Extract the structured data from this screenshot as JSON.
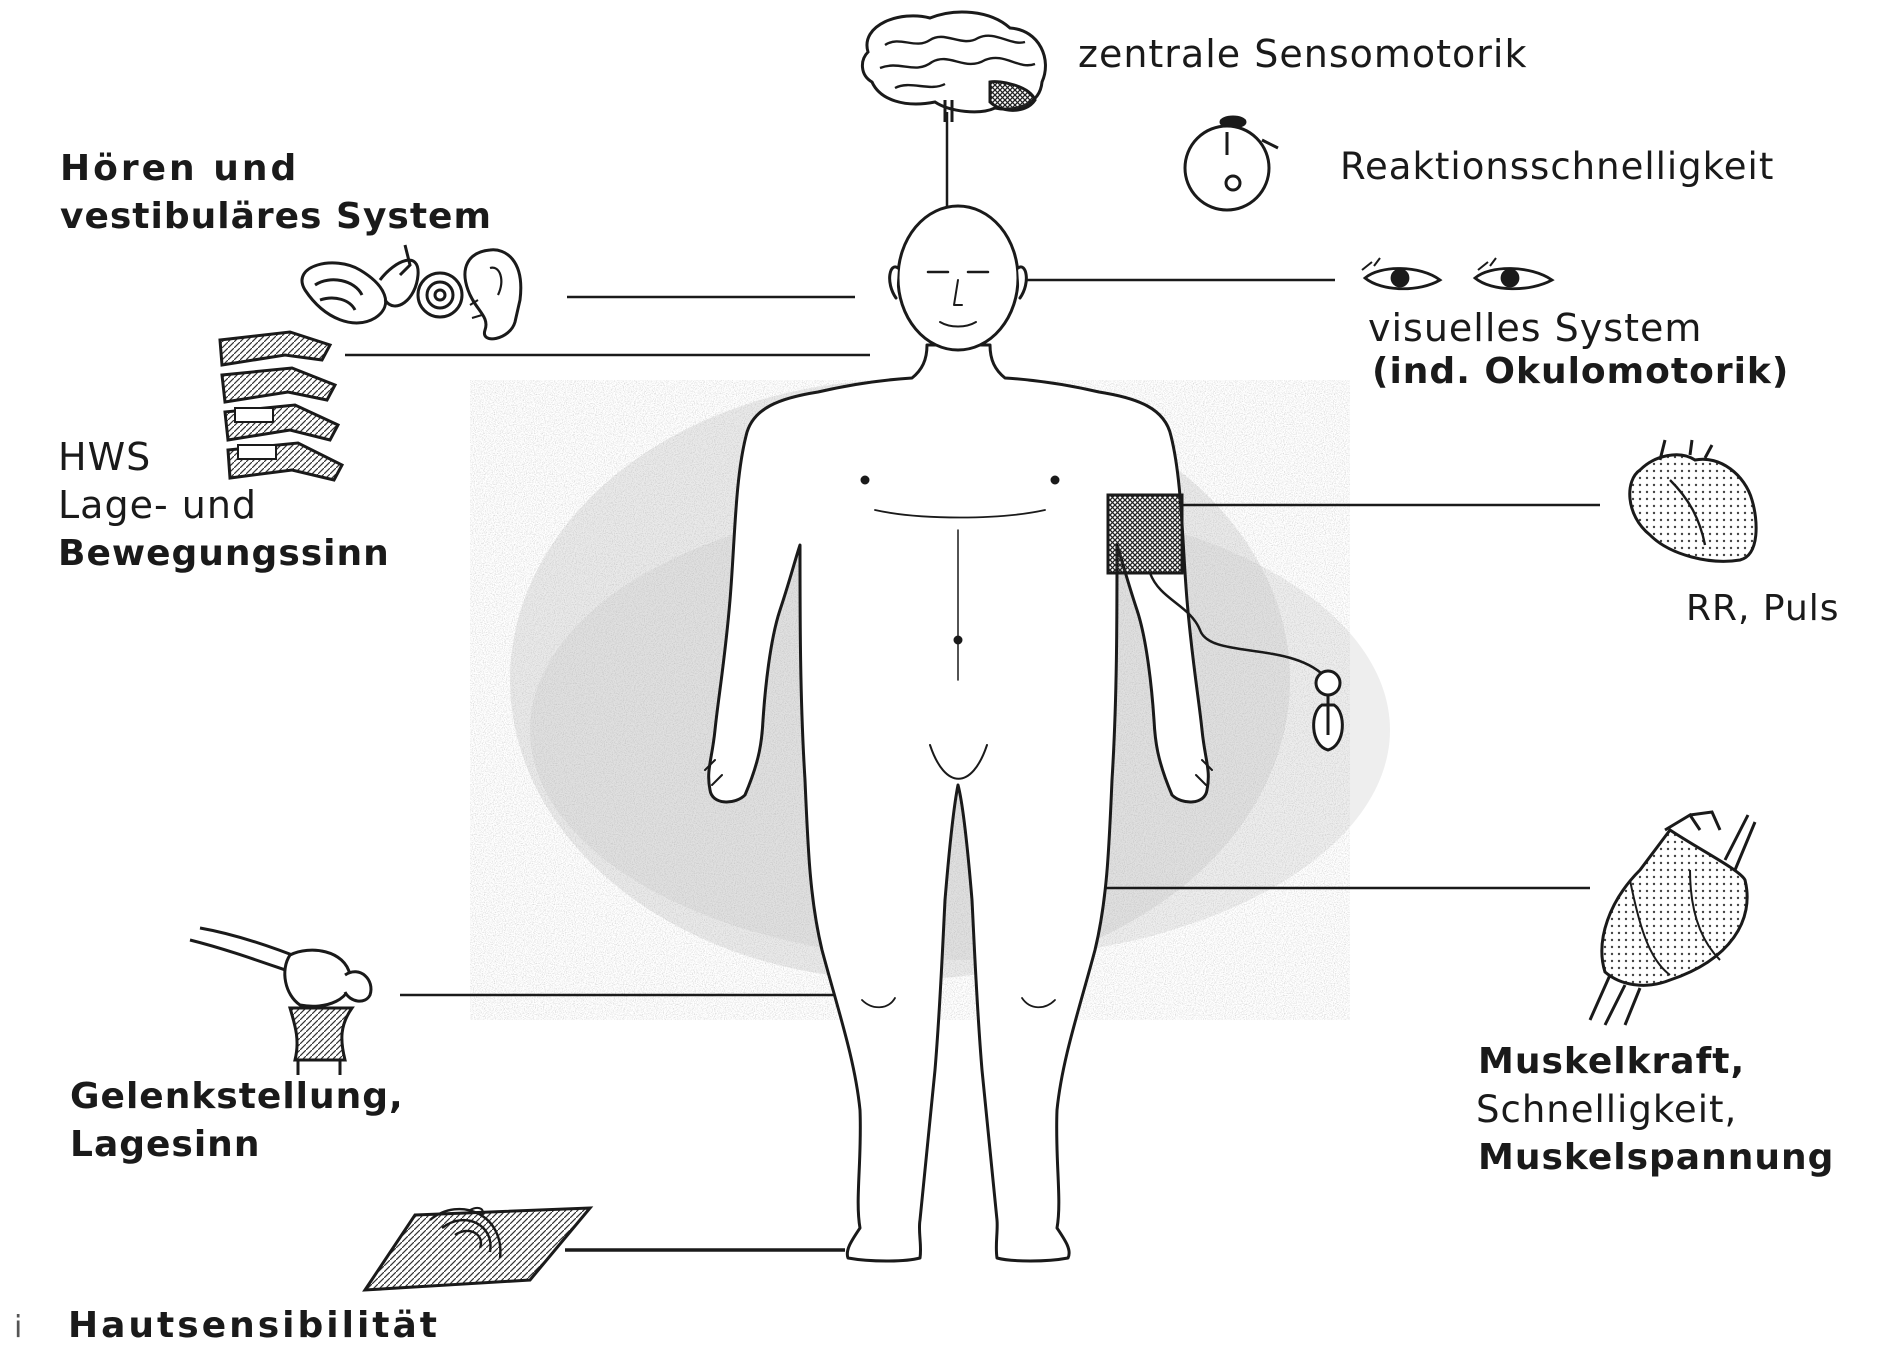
{
  "labels": {
    "brain": "zentrale Sensomotorik",
    "stopwatch": "Reaktionsschnelligkeit",
    "hearing_line1": "Hören und",
    "hearing_line2": "vestibuläres System",
    "visual_line1": "visuelles System",
    "visual_line2": "(ind. Okulomotorik)",
    "hws_line1": "HWS",
    "hws_line2": "Lage- und",
    "hws_line3": "Bewegungssinn",
    "heart": "RR, Puls",
    "muscle_line1": "Muskelkraft,",
    "muscle_line2": "Schnelligkeit,",
    "muscle_line3": "Muskelspannung",
    "joint_line1": "Gelenkstellung,",
    "joint_line2": "Lagesinn",
    "skin": "Hautsensibilität",
    "stray_mark": "i"
  },
  "icons": [
    "brain-icon",
    "stopwatch-icon",
    "inner-ear-icon",
    "ear-icon",
    "eyes-icon",
    "cervical-spine-icon",
    "heart-icon",
    "muscle-icon",
    "knee-joint-icon",
    "skin-patch-icon",
    "blood-pressure-cuff-icon"
  ],
  "colors": {
    "ink": "#1a1a1a",
    "shading": "#9a9a9a",
    "background": "#ffffff"
  }
}
